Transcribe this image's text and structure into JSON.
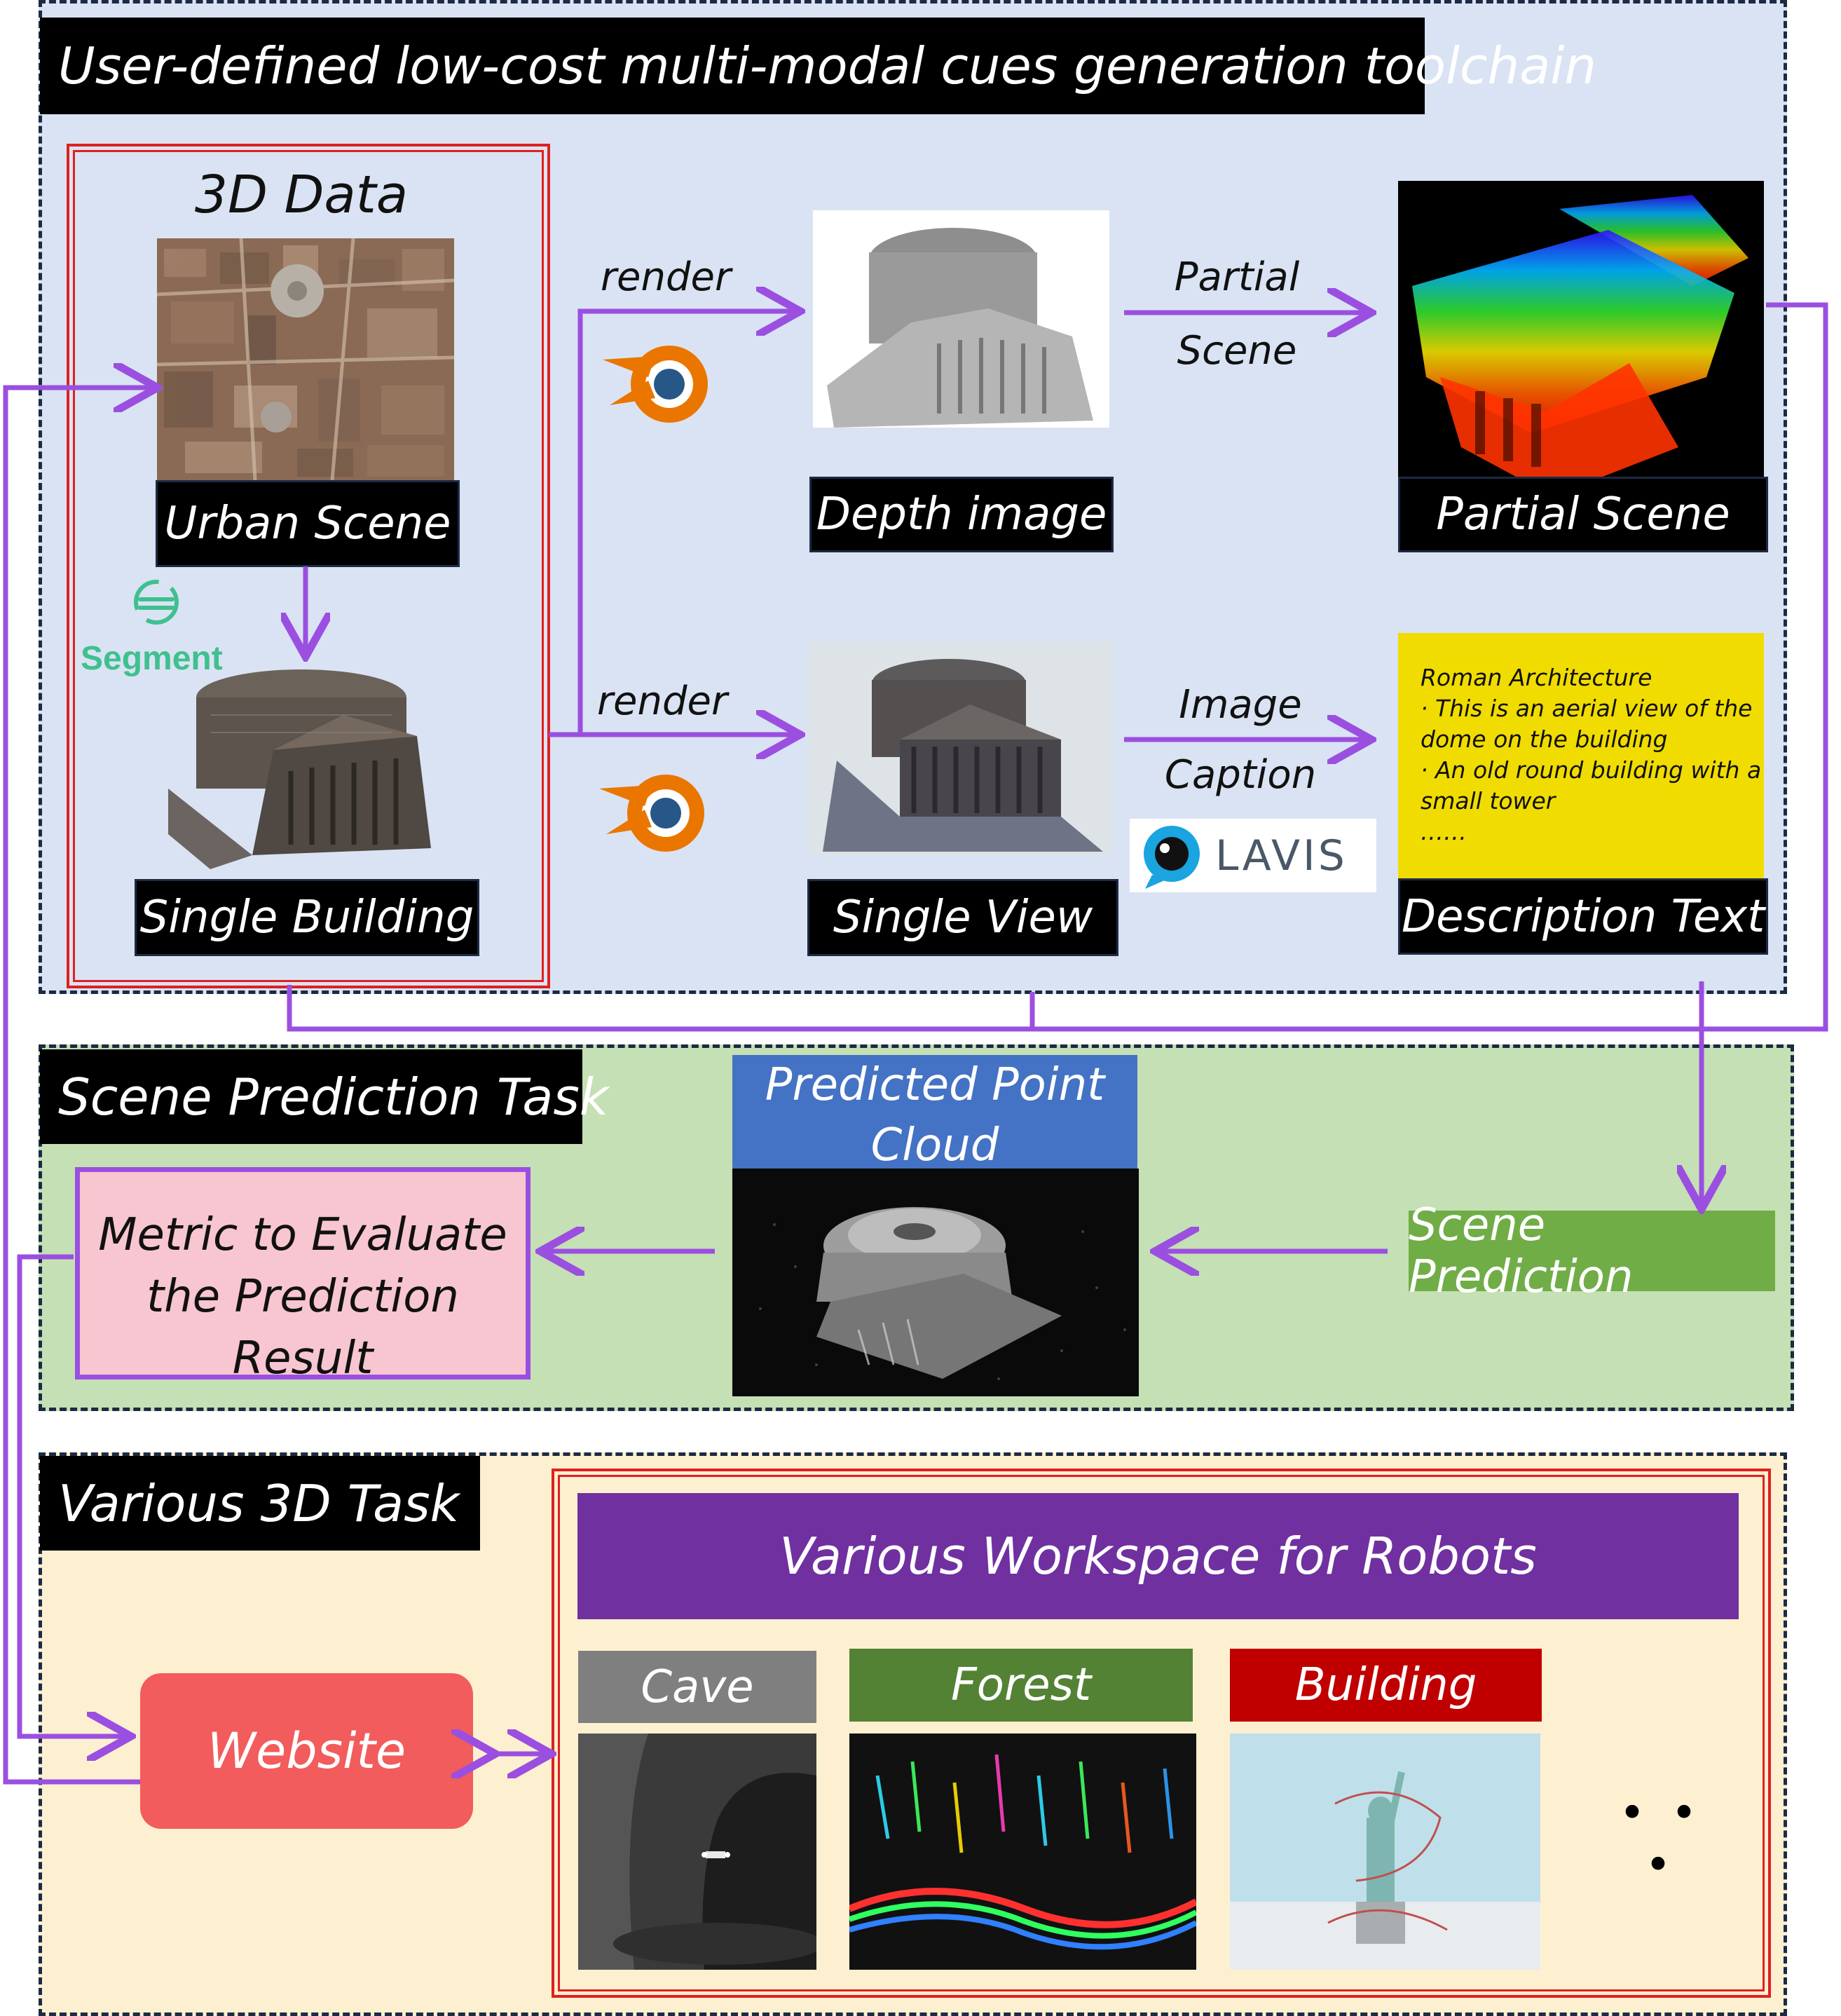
{
  "toolchain": {
    "title": "User-defined low-cost multi-modal cues generation toolchain",
    "data3d_title": "3D Data",
    "urban_label": "Urban Scene",
    "segment_label": "Segment",
    "single_building_label": "Single Building",
    "render_top": "render",
    "render_bottom": "render",
    "depth_label": "Depth image",
    "partial_edge_line1": "Partial",
    "partial_edge_line2": "Scene",
    "partial_scene_label": "Partial Scene",
    "single_view_label": "Single View",
    "caption_edge_line1": "Image",
    "caption_edge_line2": "Caption",
    "lavis_label": "LAVIS",
    "description_label": "Description Text",
    "description_lines": [
      "Roman Architecture",
      "· This is an aerial view of the",
      "dome on the building",
      "· An old round building with a",
      "small tower",
      "……"
    ]
  },
  "prediction": {
    "title": "Scene Prediction Task",
    "predicted_line1": "Predicted Point",
    "predicted_line2": "Cloud",
    "scene_prediction": "Scene Prediction",
    "metric_line1": "Metric to Evaluate",
    "metric_line2": "the Prediction Result"
  },
  "tasks": {
    "title": "Various 3D Task",
    "website": "Website",
    "workspace_title": "Various Workspace for Robots",
    "workspaces": [
      {
        "label": "Cave",
        "color": "#7f7f7f"
      },
      {
        "label": "Forest",
        "color": "#548235"
      },
      {
        "label": "Building",
        "color": "#c00000"
      }
    ],
    "ellipsis": "• • •"
  },
  "colors": {
    "arrow": "#9b4fe0",
    "toolchain_bg": "#dae3f3",
    "prediction_bg": "#c5e0b4",
    "tasks_bg": "#fdf0d0",
    "predicted_header": "#4472c4",
    "scene_prediction_bg": "#70ad47",
    "metric_bg": "#f8c6d0",
    "website_bg": "#f25c5c",
    "workspace_header": "#7030a0",
    "description_bg": "#f0dc00"
  }
}
